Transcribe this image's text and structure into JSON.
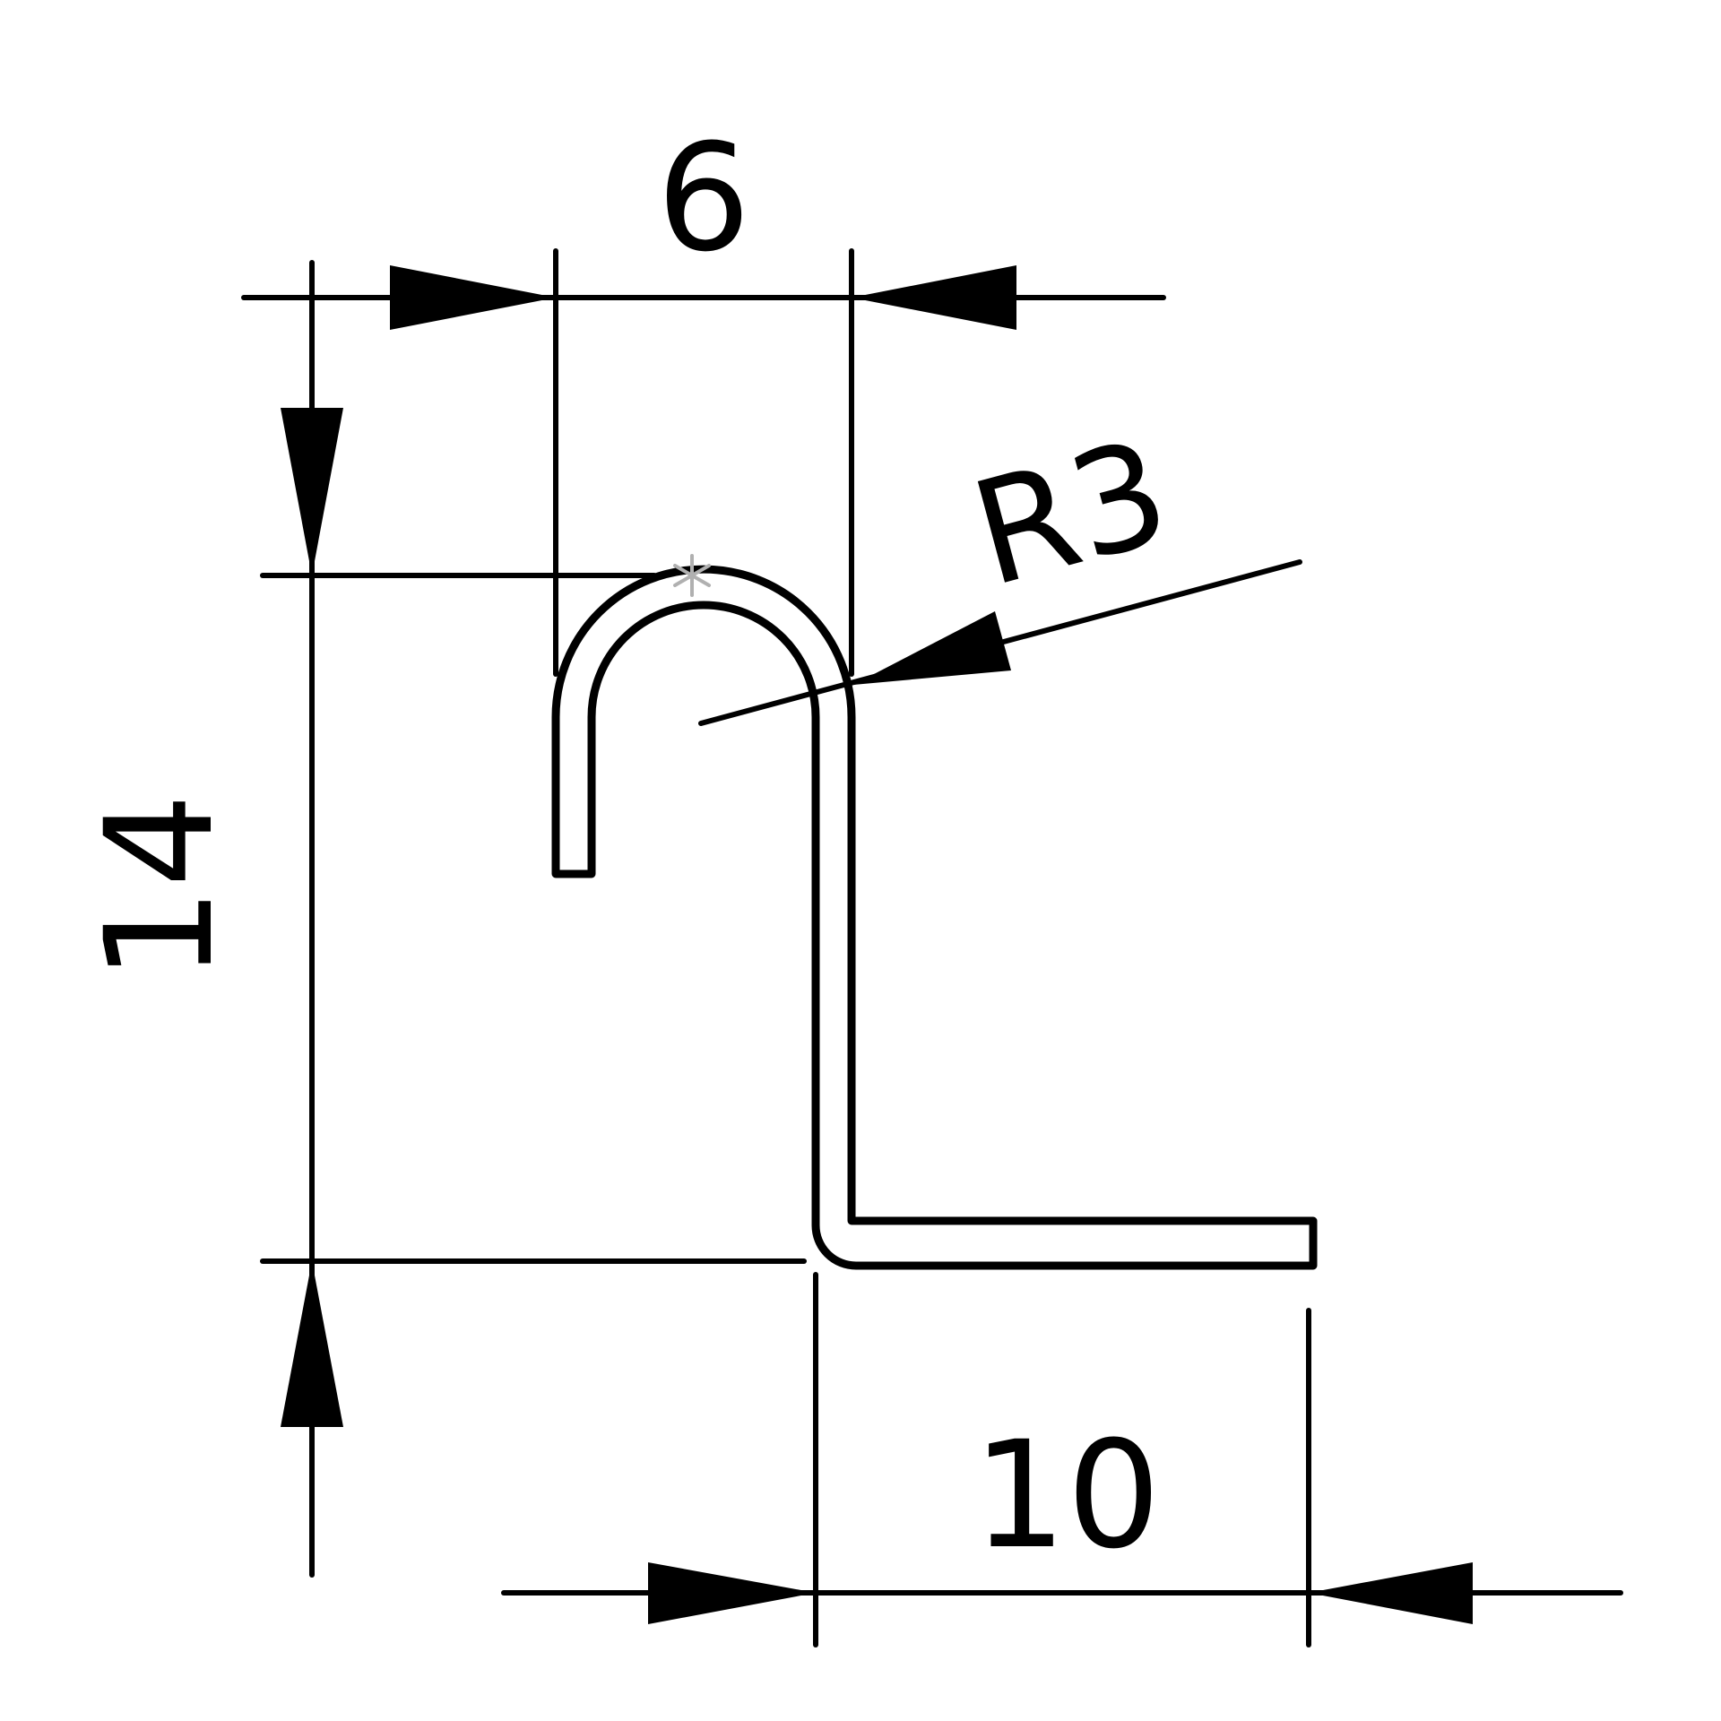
{
  "diagram": {
    "colors": {
      "line": "#000000",
      "background": "#ffffff",
      "center_mark": "#b0b0b0"
    },
    "dimensions": {
      "top_width": "6",
      "radius": "R3",
      "height": "14",
      "bottom_width": "10"
    }
  }
}
